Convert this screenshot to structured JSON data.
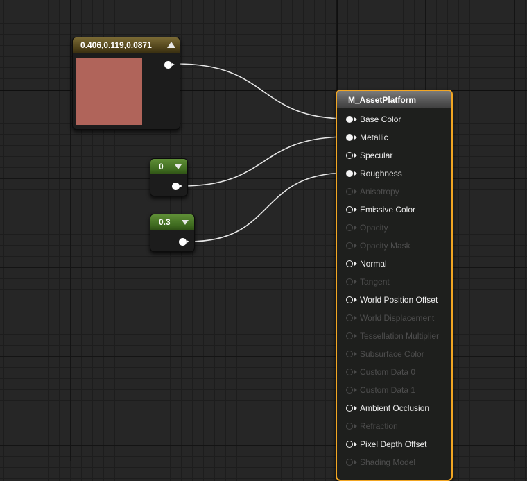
{
  "editor": {
    "grid": true
  },
  "color_node": {
    "title": "0.406,0.119,0.0871",
    "color": "#b0645a",
    "collapse_icon": "triangle-up-icon"
  },
  "scalar_nodes": [
    {
      "value": "0",
      "expand_icon": "triangle-down-icon"
    },
    {
      "value": "0.3",
      "expand_icon": "triangle-down-icon"
    }
  ],
  "material_node": {
    "title": "M_AssetPlatform",
    "pins": [
      {
        "label": "Base Color",
        "enabled": true,
        "connected": true
      },
      {
        "label": "Metallic",
        "enabled": true,
        "connected": true
      },
      {
        "label": "Specular",
        "enabled": true,
        "connected": false
      },
      {
        "label": "Roughness",
        "enabled": true,
        "connected": true
      },
      {
        "label": "Anisotropy",
        "enabled": false,
        "connected": false
      },
      {
        "label": "Emissive Color",
        "enabled": true,
        "connected": false
      },
      {
        "label": "Opacity",
        "enabled": false,
        "connected": false
      },
      {
        "label": "Opacity Mask",
        "enabled": false,
        "connected": false
      },
      {
        "label": "Normal",
        "enabled": true,
        "connected": false
      },
      {
        "label": "Tangent",
        "enabled": false,
        "connected": false
      },
      {
        "label": "World Position Offset",
        "enabled": true,
        "connected": false
      },
      {
        "label": "World Displacement",
        "enabled": false,
        "connected": false
      },
      {
        "label": "Tessellation Multiplier",
        "enabled": false,
        "connected": false
      },
      {
        "label": "Subsurface Color",
        "enabled": false,
        "connected": false
      },
      {
        "label": "Custom Data 0",
        "enabled": false,
        "connected": false
      },
      {
        "label": "Custom Data 1",
        "enabled": false,
        "connected": false
      },
      {
        "label": "Ambient Occlusion",
        "enabled": true,
        "connected": false
      },
      {
        "label": "Refraction",
        "enabled": false,
        "connected": false
      },
      {
        "label": "Pixel Depth Offset",
        "enabled": true,
        "connected": false
      },
      {
        "label": "Shading Model",
        "enabled": false,
        "connected": false
      }
    ]
  },
  "colors": {
    "selection_border": "#f2a623",
    "wire": "#e6e6e6",
    "constant_header": "#4e4119",
    "scalar_header": "#3f6b20"
  },
  "connections": [
    {
      "from": "color_node",
      "to": "Base Color"
    },
    {
      "from": "scalar_node_0",
      "to": "Metallic"
    },
    {
      "from": "scalar_node_1",
      "to": "Roughness"
    }
  ]
}
